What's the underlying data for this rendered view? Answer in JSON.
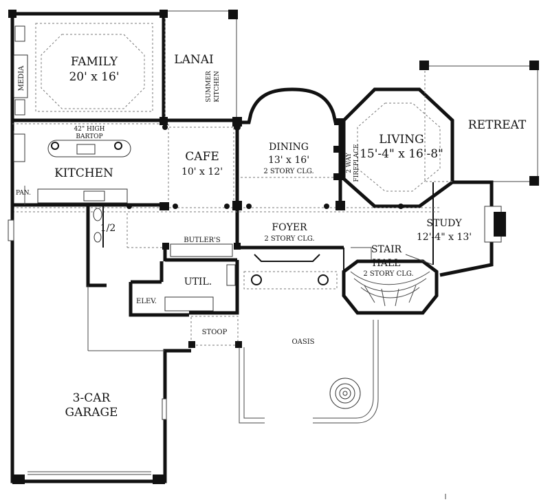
{
  "rooms": {
    "family": {
      "name": "FAMILY",
      "dims": "20' x 16'"
    },
    "media": "MEDIA",
    "lanai": "LANAI",
    "summer_kitchen": [
      "SUMMER",
      "KITCHEN"
    ],
    "bartop": [
      "42\" HIGH",
      "BARTOP"
    ],
    "kitchen": "KITCHEN",
    "pantry": "PAN.",
    "cafe": {
      "name": "CAFE",
      "dims": "10' x 12'"
    },
    "dining": {
      "name": "DINING",
      "dims": "13' x 16'",
      "note": "2 STORY CLG."
    },
    "fireplace": [
      "2 WAY",
      "FIREPLACE"
    ],
    "living": {
      "name": "LIVING",
      "dims": "15'-4\" x 16'-8\""
    },
    "retreat": "RETREAT",
    "half_bath": "1/2",
    "butlers": "BUTLER'S",
    "foyer": {
      "name": "FOYER",
      "note": "2 STORY CLG."
    },
    "stair_hall": {
      "line1": "STAIR",
      "line2": "HALL",
      "note": "2 STORY CLG."
    },
    "study": {
      "name": "STUDY",
      "dims": "12'-4\" x 13'"
    },
    "util": "UTIL.",
    "elev": "ELEV.",
    "stoop": "STOOP",
    "oasis": "OASIS",
    "garage": {
      "line1": "3-CAR",
      "line2": "GARAGE"
    }
  }
}
